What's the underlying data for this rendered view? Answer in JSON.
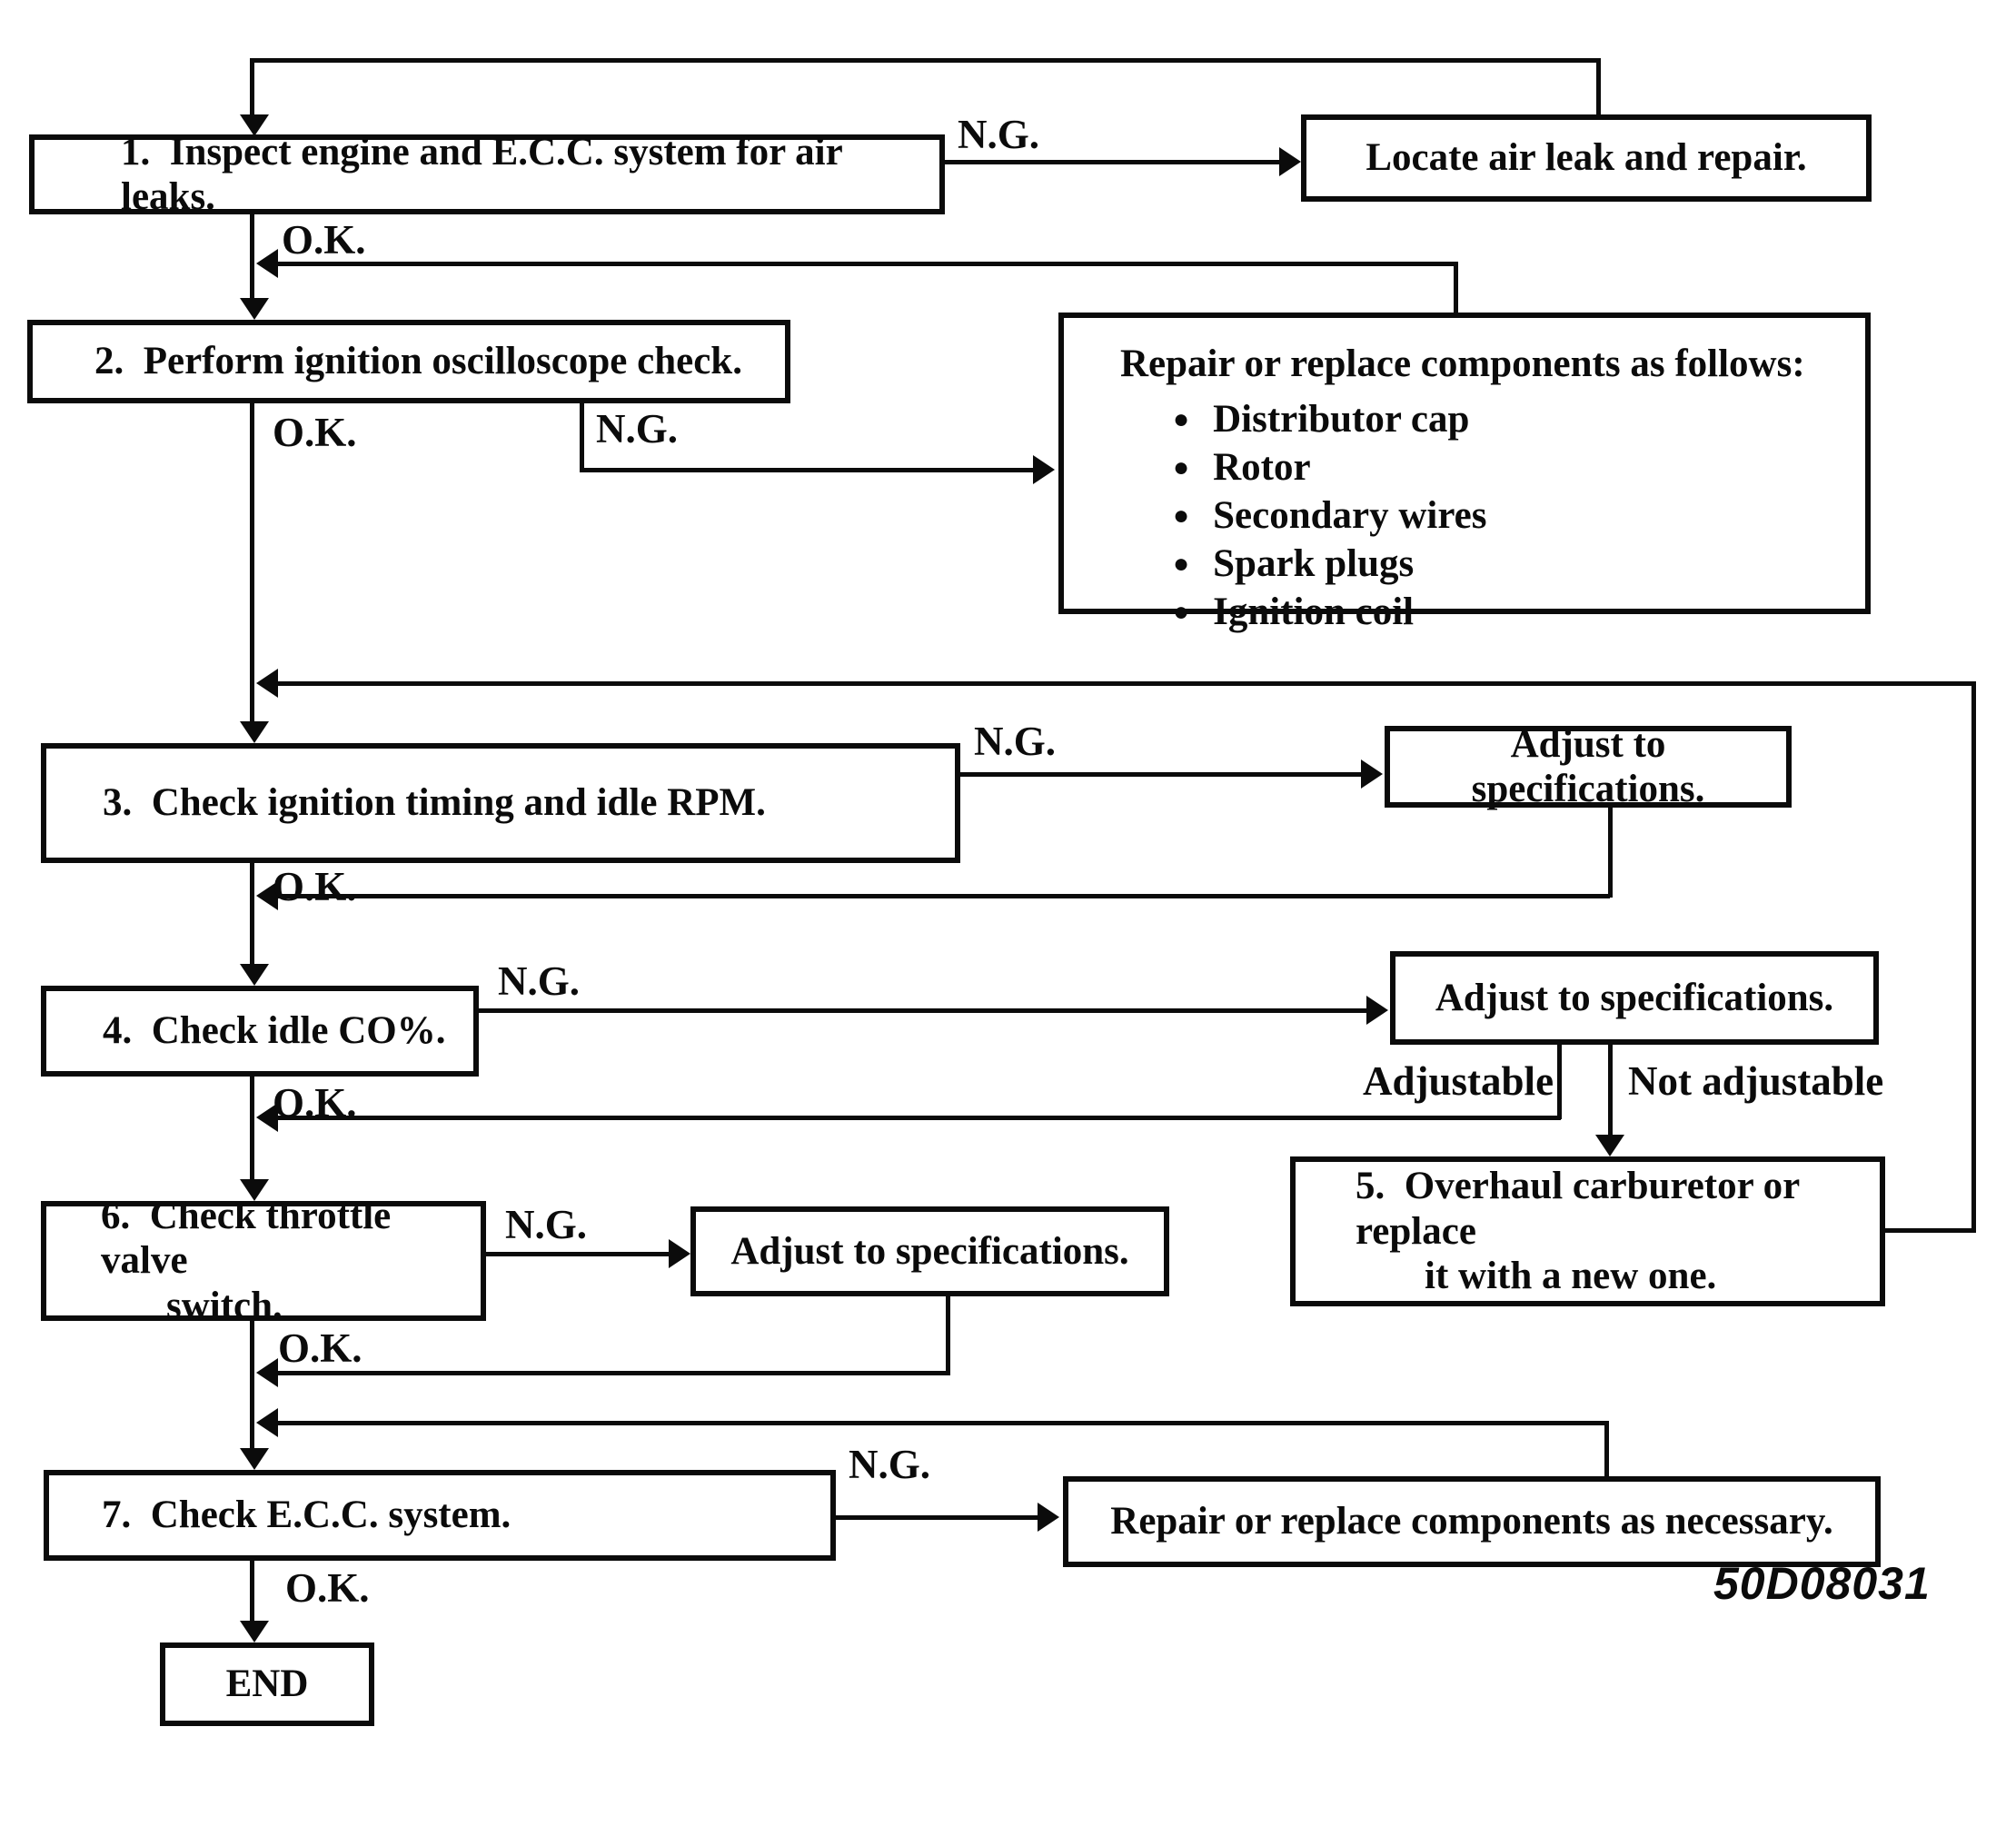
{
  "figure": {
    "code": "50D08031"
  },
  "labels": {
    "ok": "O.K.",
    "ng": "N.G.",
    "adjustable": "Adjustable",
    "not_adjustable": "Not adjustable"
  },
  "boxes": {
    "step1": "1.  Inspect engine and E.C.C. system for air leaks.",
    "locate": "Locate air leak and repair.",
    "step2": "2.  Perform ignition oscilloscope check.",
    "repair_components": {
      "title": "Repair or replace components as follows:",
      "items": [
        "Distributor cap",
        "Rotor",
        "Secondary wires",
        "Spark plugs",
        "Ignition coil"
      ]
    },
    "step3": "3.  Check ignition timing and idle RPM.",
    "adjust1": "Adjust to specifications.",
    "step4": "4.  Check idle CO%.",
    "adjust2": "Adjust to specifications.",
    "step5_line1": "5.  Overhaul carburetor or replace",
    "step5_line2": "it with a new one.",
    "step6_line1": "6.  Check throttle valve",
    "step6_line2": "switch.",
    "adjust3": "Adjust to specifications.",
    "step7": "7.  Check E.C.C. system.",
    "repair_necessary": "Repair or replace components as necessary.",
    "end": "END"
  }
}
